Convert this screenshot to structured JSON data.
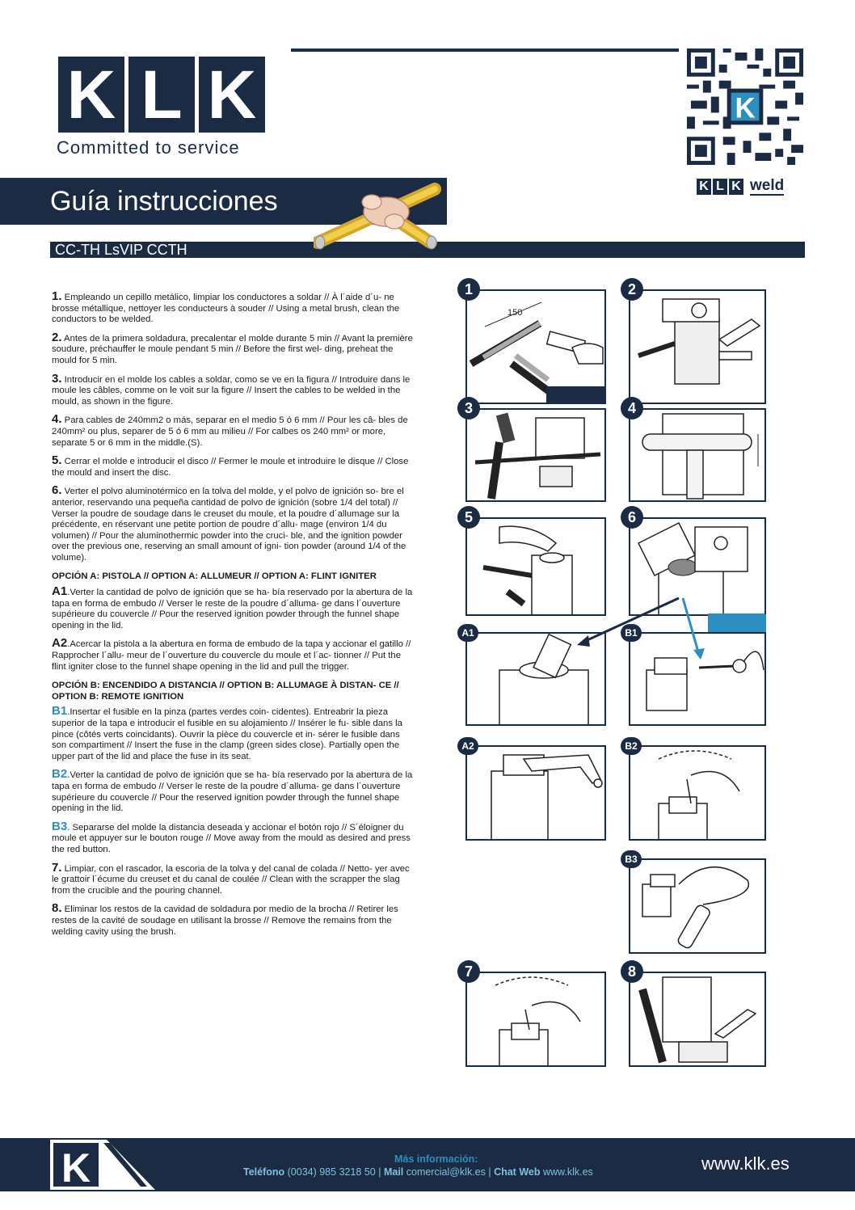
{
  "brand": {
    "letters": [
      "K",
      "L",
      "K"
    ],
    "tagline": "Committed to service",
    "weld_letters": [
      "K",
      "L",
      "K"
    ],
    "weld_text": "weld"
  },
  "header": {
    "title": "Guía instrucciones",
    "subtitle": "CC-TH LsVIP CCTH"
  },
  "steps": {
    "s1": {
      "num": "1.",
      "text": " Empleando un cepillo metálico, limpiar los conductores a soldar // À l´aide d´u- ne brosse métallique, nettoyer les conducteurs à souder // Using a metal brush, clean the conductors to be welded."
    },
    "s2": {
      "num": "2.",
      "text": " Antes de la  primera  soldadura,  precalentar  el  molde durante 5 min // Avant la première soudure, préchauffer le moule pendant 5 min // Before the first wel- ding, preheat the mould for 5 min."
    },
    "s3": {
      "num": "3.",
      "text": " Introducir en el molde los cables a soldar, como se  ve en la figura // Introduire dans le moule les câbles, comme on le voit sur la figure // Insert the cables to be welded in the mould, as shown in the figure."
    },
    "s4": {
      "num": "4.",
      "text": " Para cables de 240mm2 o más, separar en el medio 5 ó 6 mm // Pour les câ- bles de 240mm² ou plus, separer de 5 ó 6 mm au milieu // For calbes os 240 mm² or more, separate 5 or 6 mm in the middle.(S)."
    },
    "s5": {
      "num": "5.",
      "text": " Cerrar el molde e introducir el disco // Fermer le moule et introduire le disque // Close the mould and insert the disc."
    },
    "s6": {
      "num": "6.",
      "text": " Verter el polvo aluminotérmico en la tolva del molde, y el polvo de ignición so- bre el anterior, reservando una pequeña cantidad de polvo de ignición (sobre 1/4 del total) // Verser la poudre de soudage dans le creuset du moule, et la poudre d´allumage sur la précédente, en réservant une petite portion de poudre d´allu- mage (environ 1/4 du volumen) // Pour the aluminothermic powder into the cruci- ble, and the ignition powder over the previous one, reserving an small amount of igni- tion powder (around 1/4 of the volume)."
    },
    "optA": "OPCIÓN A: PISTOLA // OPTION A: ALLUMEUR // OPTION A: FLINT IGNITER",
    "a1": {
      "num": "A1",
      "text": ".Verter la cantidad de polvo de ignición que se ha-   bía reservado por la abertura de la tapa en forma de embudo // Verser le reste de la poudre d´alluma- ge dans l´ouverture supérieure du couvercle // Pour the reserved ignition powder through the funnel shape opening in the lid."
    },
    "a2": {
      "num": "A2",
      "text": ".Acercar la pistola a la abertura en forma de embudo de la tapa y accionar el gatillo // Rapprocher l´allu- meur de l´ouverture du couvercle du moule et l´ac- tionner // Put the flint igniter close to the funnel shape opening in the lid and pull the trigger."
    },
    "optB": "OPCIÓN B: ENCENDIDO A DISTANCIA // OPTION B: ALLUMAGE À DISTAN- CE // OPTION B: REMOTE IGNITION",
    "b1": {
      "num": "B1",
      "text": ".Insertar el fusible en la pinza (partes verdes coin- cidentes). Entreabrir la pieza superior de la tapa e introducir el fusible en su alojamiento // Insérer le fu- sible dans la pince (côtés verts coincidants). Ouvrir   la pièce du couvercle et in- sérer le fusible dans son compartiment // Insert the fuse in the clamp (green sides close). Partially open the upper part of the lid and place the fuse in its seat."
    },
    "b2": {
      "num": "B2",
      "text": ".Verter la cantidad de polvo de ignición que se ha-   bía reservado por la abertura de la tapa en forma de embudo // Verser le reste de la poudre d´alluma- ge dans l´ouverture supérieure du couvercle // Pour the reserved ignition powder through the funnel shape opening in the lid."
    },
    "b3": {
      "num": "B3",
      "text": ". Separarse del molde la distancia deseada y accionar el botón rojo // S´éloigner du moule et appuyer sur le bouton rouge // Move away from the mould as desired and press the red button."
    },
    "s7": {
      "num": "7.",
      "text": " Limpiar, con el rascador, la escoria de la tolva y del canal de colada // Netto- yer avec le grattoir l´écume  du creuset et du canal de coulée // Clean with the scrapper the slag from the crucible and the pouring channel."
    },
    "s8": {
      "num": "8.",
      "text": " Eliminar los restos de la cavidad de soldadura por medio de la brocha // Retirer les restes de la cavité de soudage en utilisant la brosse // Remove the remains from the welding cavity using the brush."
    }
  },
  "figures": {
    "f1": "1",
    "f2": "2",
    "f3": "3",
    "f4": "4",
    "f5": "5",
    "f6": "6",
    "fa1": "A1",
    "fb1": "B1",
    "fa2": "A2",
    "fb2": "B2",
    "fb3": "B3",
    "f7": "7",
    "f8": "8",
    "dimension": "150"
  },
  "footer": {
    "more_info": "Más información:",
    "phone_label": "Teléfono",
    "phone": " (0034) 985 3218 50 | ",
    "mail_label": "Mail",
    "mail": " comercial@klk.es | ",
    "chat_label": "Chat Web",
    "chat": " www.klk.es",
    "website": "www.klk.es"
  },
  "colors": {
    "navy": "#1c2b44",
    "accent_blue": "#2c8fc0"
  }
}
